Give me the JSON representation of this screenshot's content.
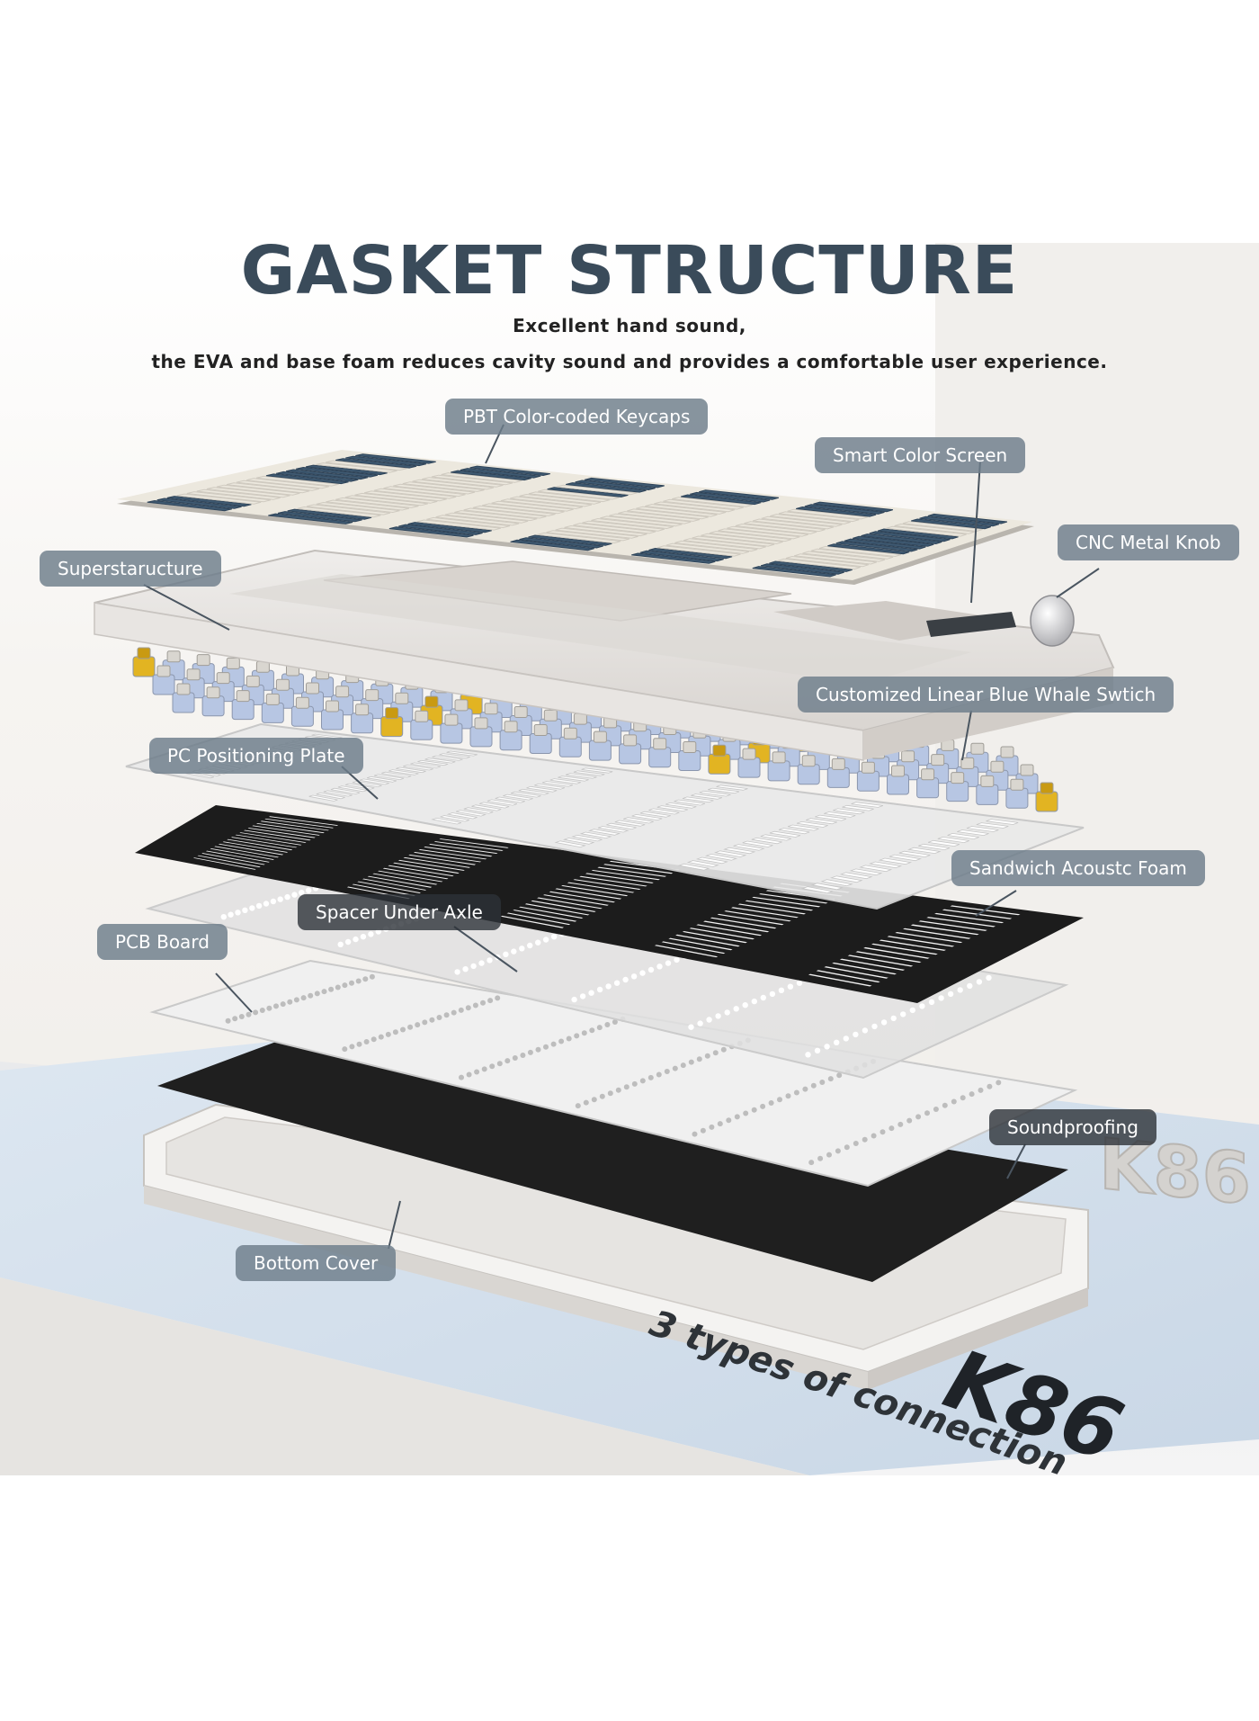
{
  "title": "GASKET STRUCTURE",
  "subtitle_line1": "Excellent hand sound,",
  "subtitle_line2": "the EVA and base foam reduces cavity sound and provides a comfortable user experience.",
  "labels": {
    "keycaps": "PBT Color-coded Keycaps",
    "screen": "Smart Color Screen",
    "knob": "CNC Metal Knob",
    "superstructure": "Superstaructure",
    "switch": "Customized Linear Blue Whale Swtich",
    "plate": "PC Positioning Plate",
    "foam": "Sandwich Acoustc Foam",
    "spacer": "Spacer Under Axle",
    "pcb": "PCB Board",
    "soundproofing": "Soundproofing",
    "bottom": "Bottom Cover"
  },
  "brand_mark": "K86",
  "deskmat_text": "3 types of connection",
  "colors": {
    "title": "#3a4b5a",
    "keycap_blue": "#3f5a72",
    "keycap_cream": "#ece8de",
    "frame": "#e4e1dd",
    "foam_black": "#1c1c1c",
    "switch_yellow": "#e2b422",
    "switch_blue": "#b7c6e3",
    "desk_mat": "#d6e2ee"
  }
}
